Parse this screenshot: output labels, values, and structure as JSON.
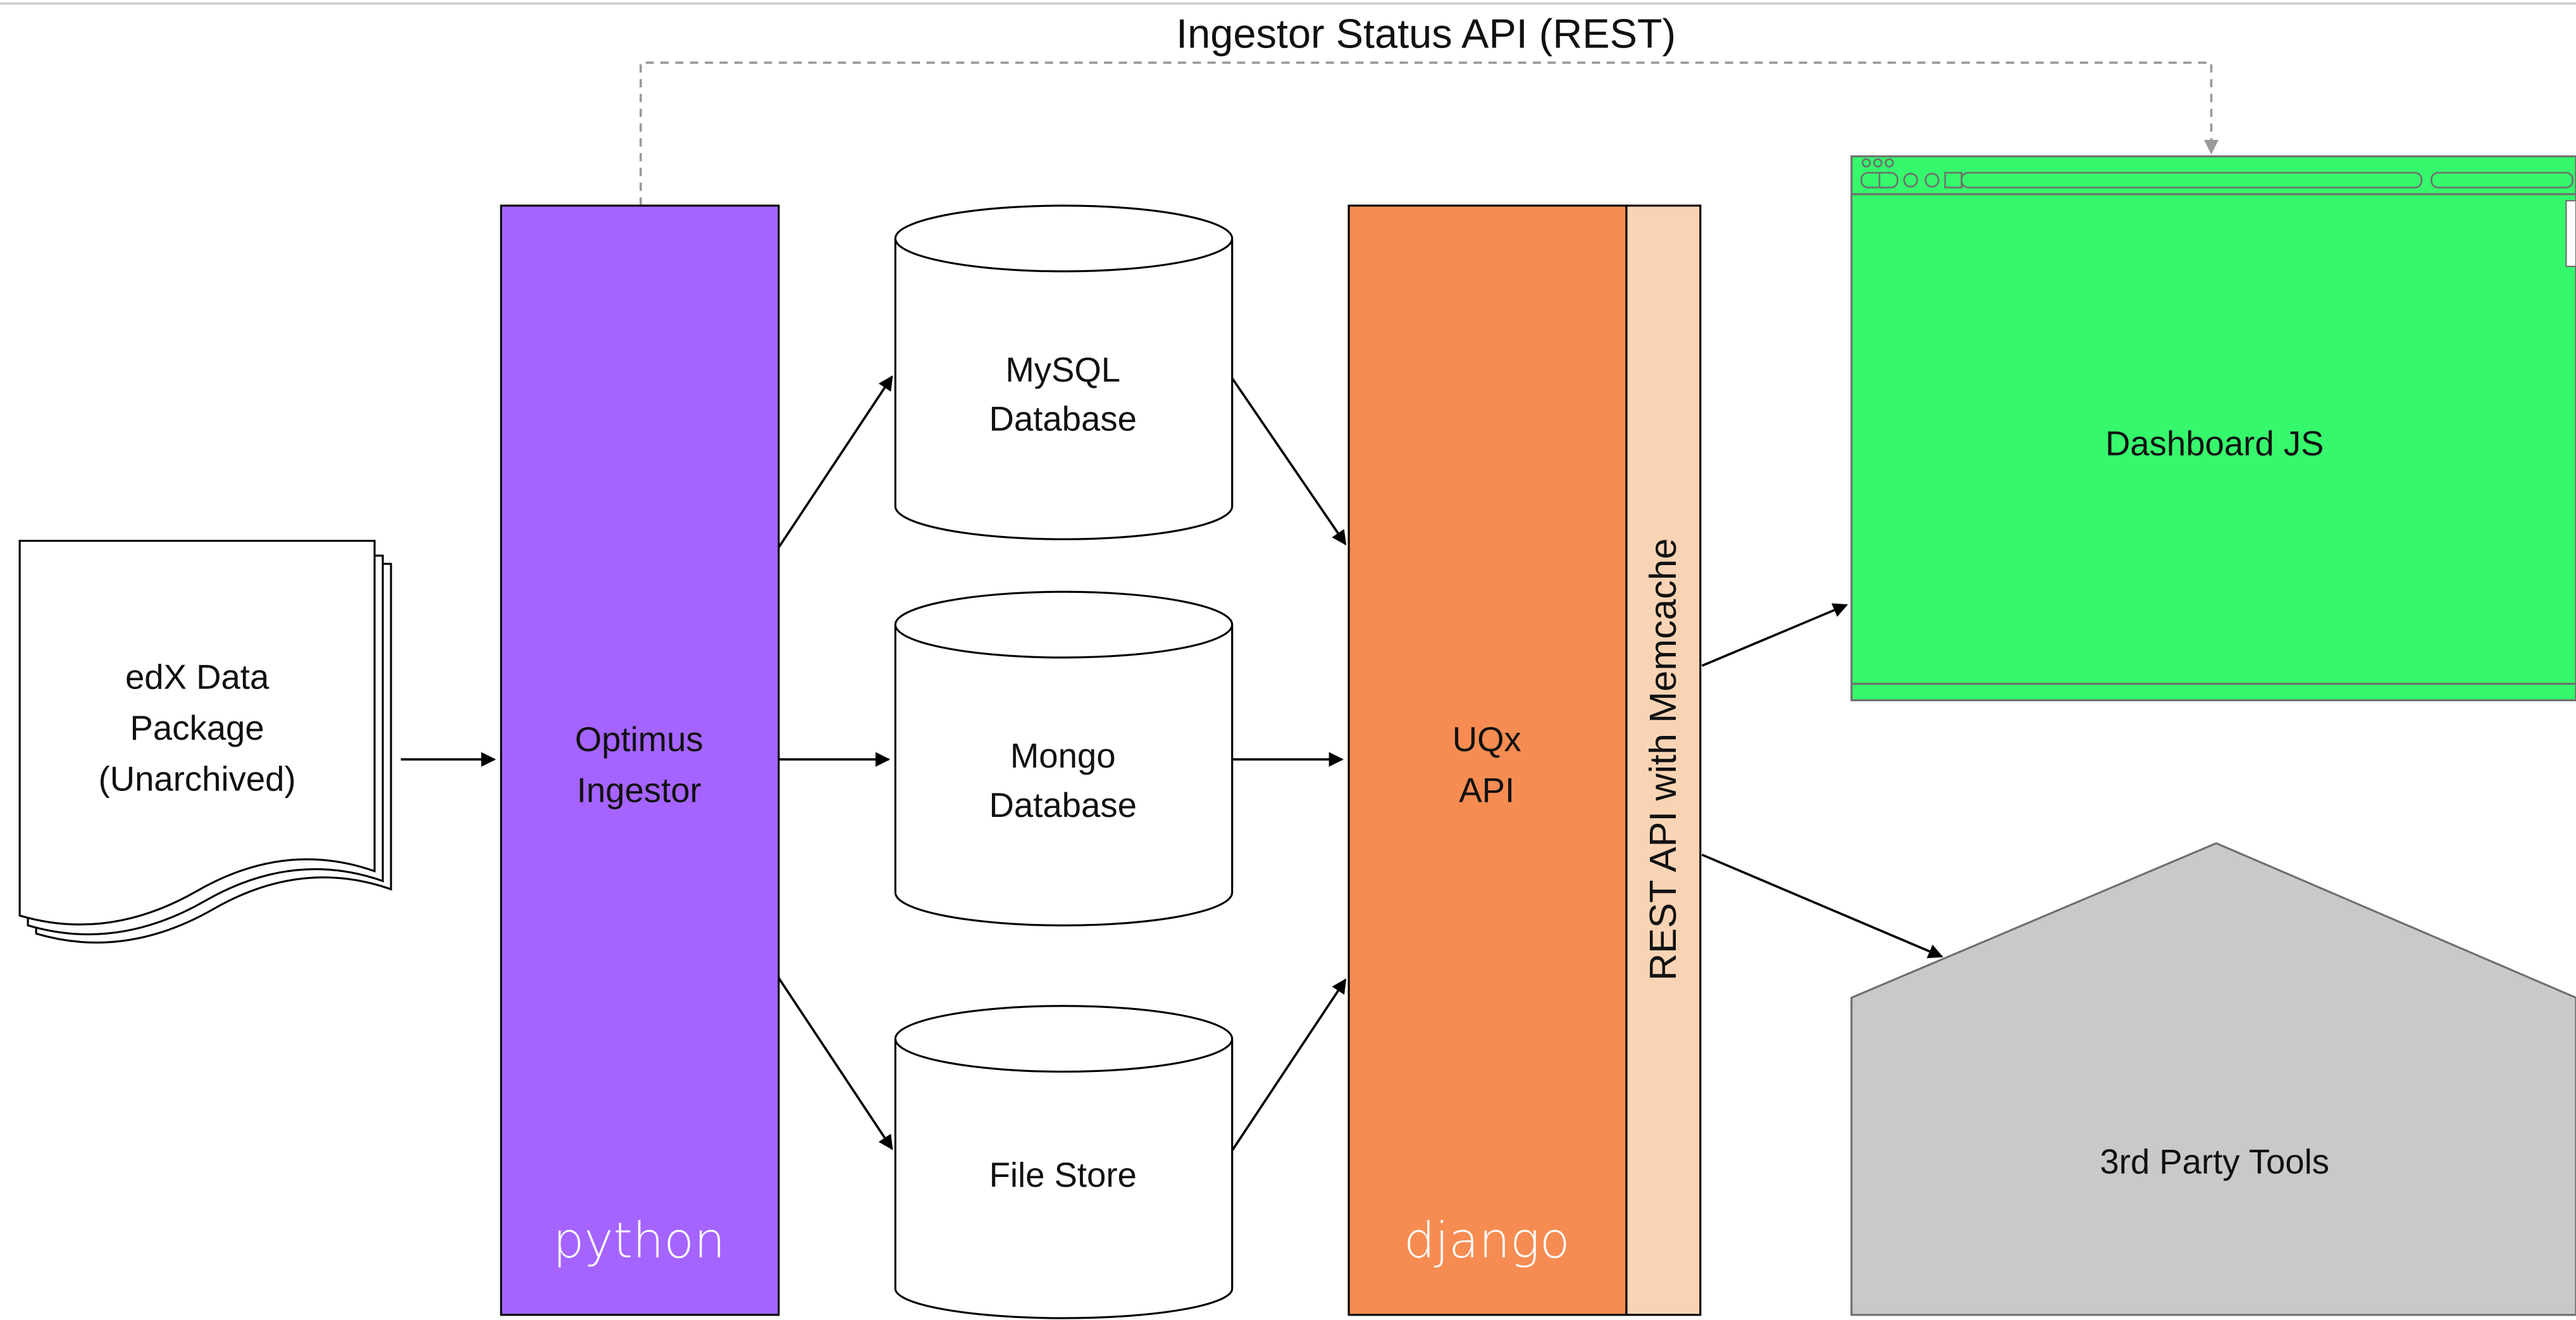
{
  "status_api": {
    "label": "Ingestor Status API (REST)"
  },
  "source": {
    "line1": "edX Data",
    "line2": "Package",
    "line3": "(Unarchived)"
  },
  "ingestor": {
    "line1": "Optimus",
    "line2": "Ingestor",
    "tech": "python"
  },
  "databases": [
    {
      "line1": "MySQL",
      "line2": "Database"
    },
    {
      "line1": "Mongo",
      "line2": "Database"
    },
    {
      "line1": "File Store"
    }
  ],
  "api": {
    "line1": "UQx",
    "line2": "API",
    "tech": "django",
    "side_label": "REST API with Memcache"
  },
  "dashboard": {
    "label": "Dashboard JS"
  },
  "third_party": {
    "label": "3rd Party Tools"
  },
  "colors": {
    "ingestor": "#a564ff",
    "api": "#f68c52",
    "api_side": "#f9d4b4",
    "dashboard": "#36f86c",
    "third_party": "#c9c9c9",
    "status_line": "#9a9a9a",
    "tech_text": "#ffffff"
  }
}
